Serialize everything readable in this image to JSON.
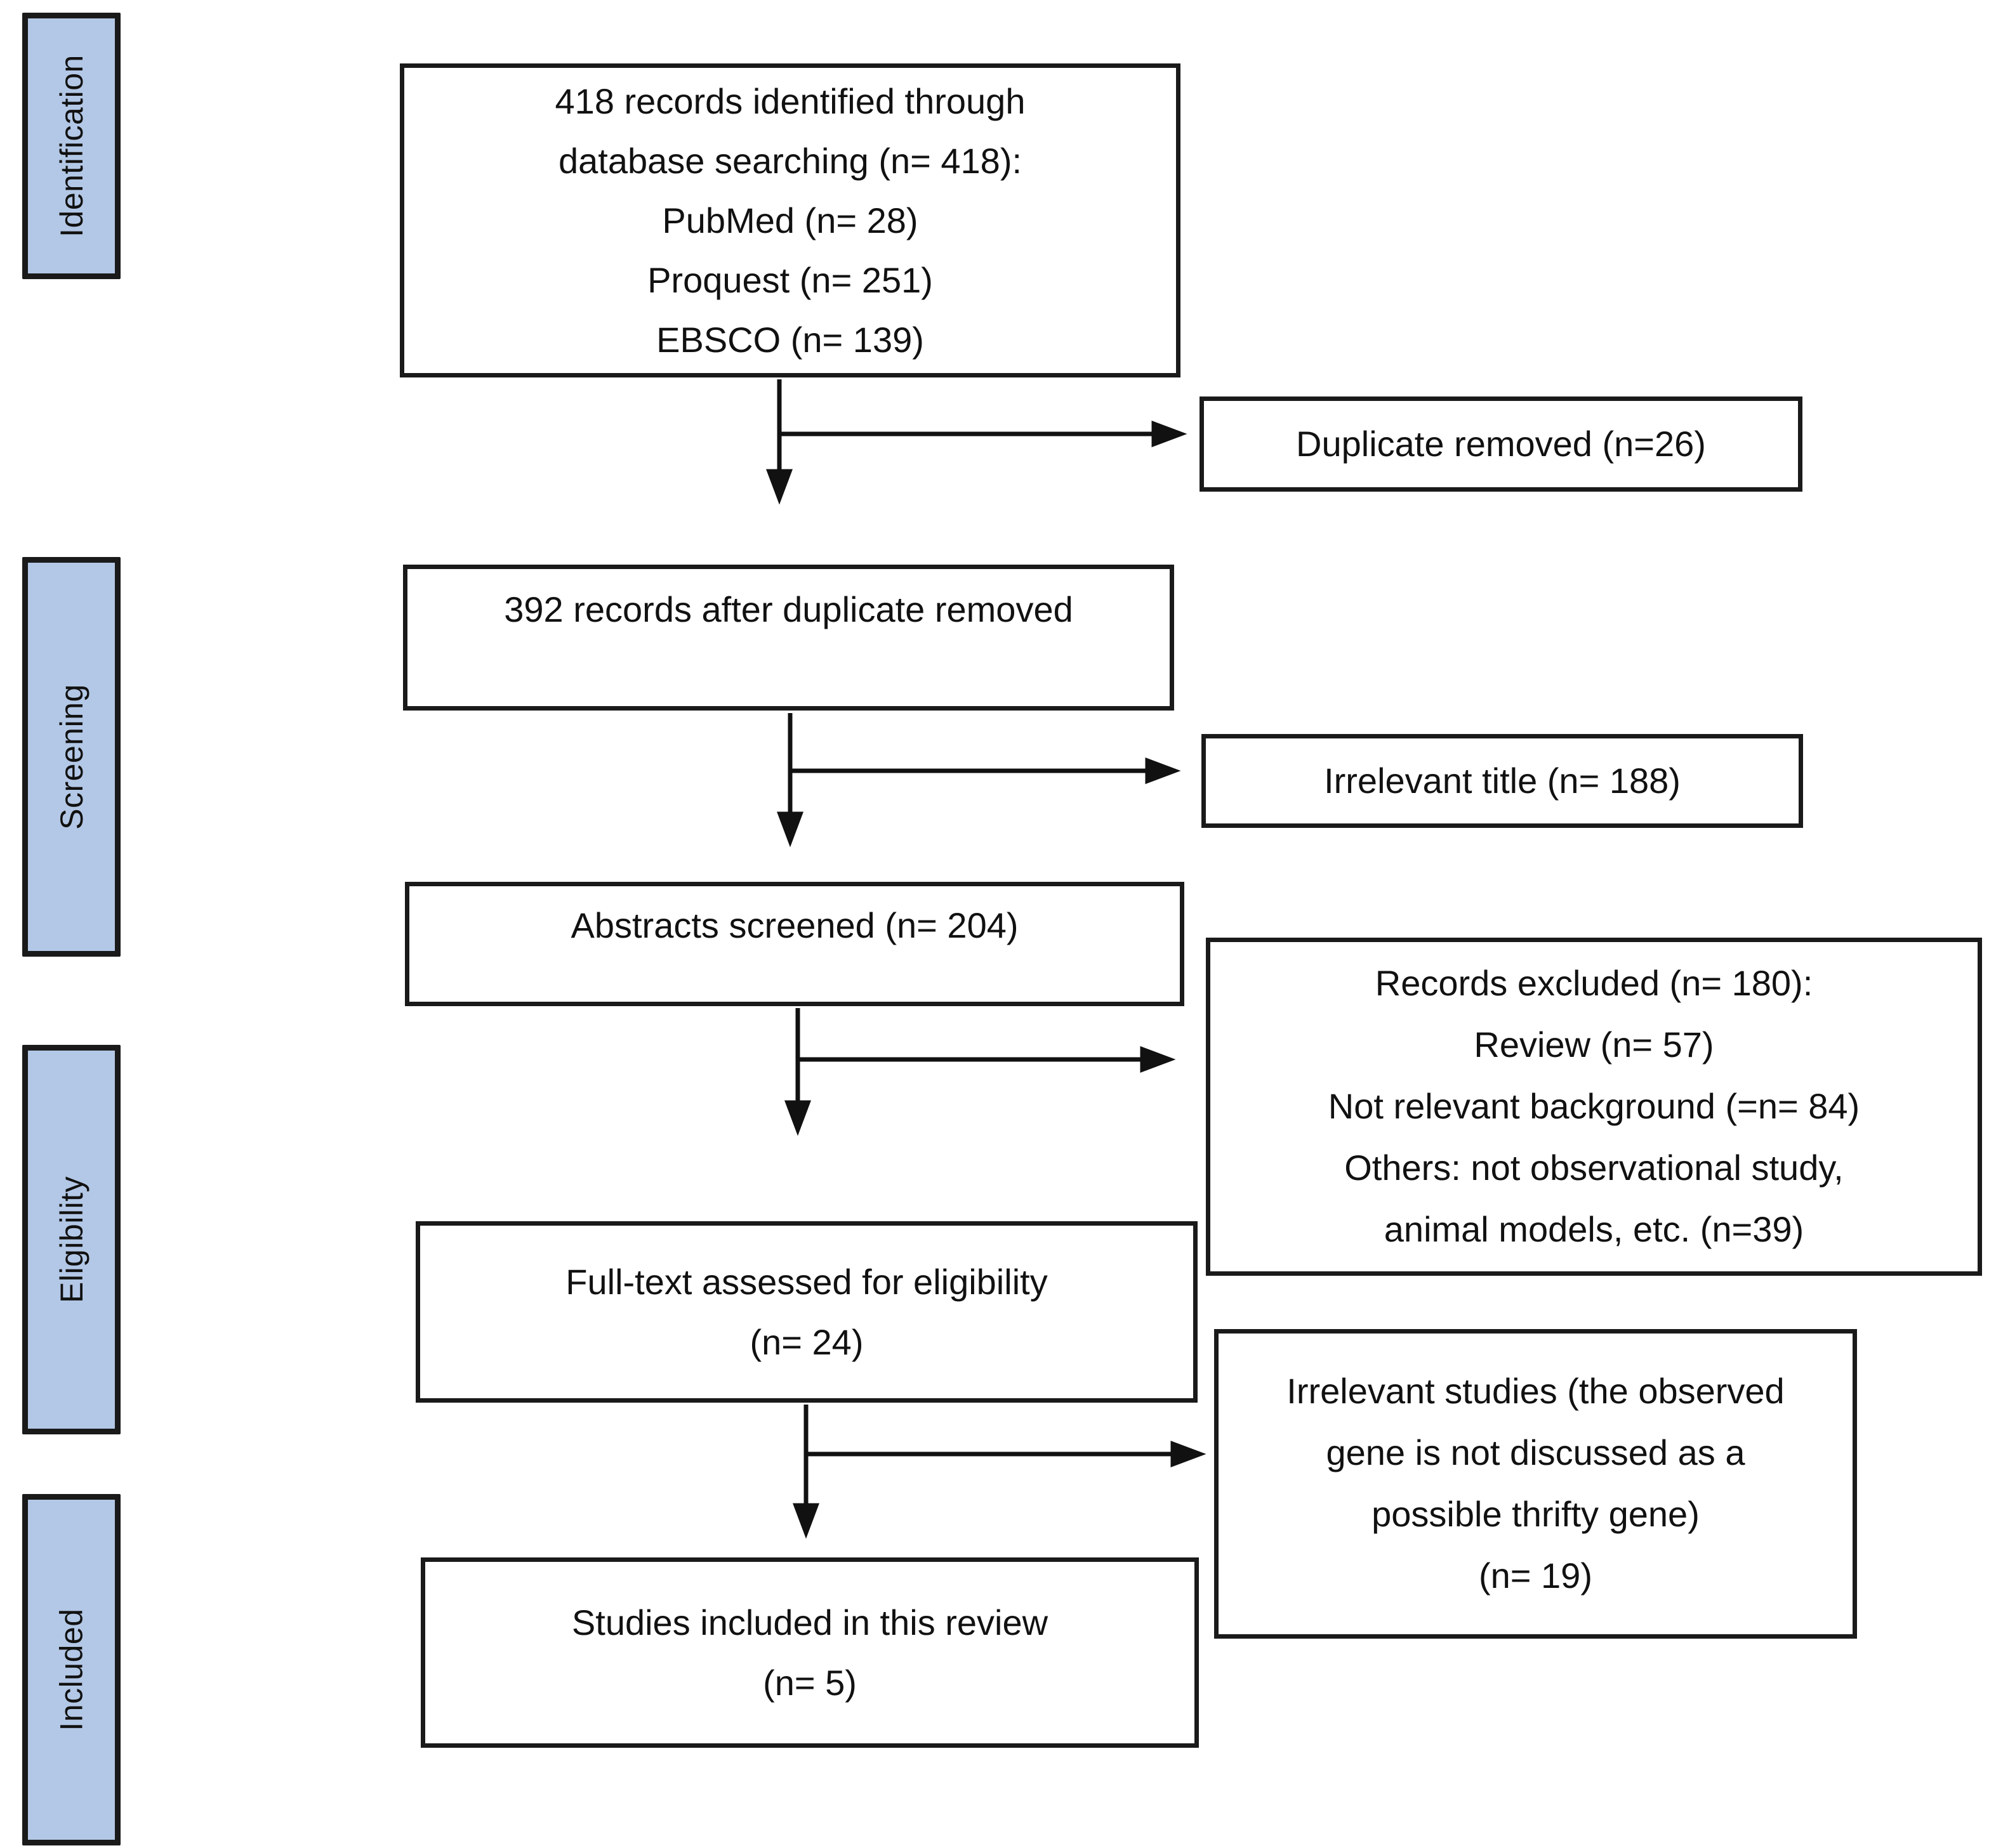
{
  "sidebar": {
    "labels": [
      "Identification",
      "Screening",
      "Eligibility",
      "Included"
    ]
  },
  "flow": {
    "main": [
      "418 records identified through\ndatabase searching (n= 418):\nPubMed (n= 28)\nProquest (n= 251)\nEBSCO (n= 139)",
      "392 records after duplicate removed",
      "Abstracts screened (n= 204)",
      "Full-text assessed for eligibility\n(n= 24)",
      "Studies included in this review\n(n= 5)"
    ],
    "side": [
      "Duplicate removed (n=26)",
      "Irrelevant title (n= 188)",
      "Records excluded (n= 180):\nReview (n= 57)\nNot relevant background (=n= 84)\nOthers: not observational study,\nanimal models, etc. (n=39)",
      "Irrelevant studies (the observed\ngene is not discussed as a\npossible thrifty gene)\n(n= 19)"
    ]
  },
  "colors": {
    "sidebar_fill": "#b3c8e6",
    "box_border": "#1a1a1a",
    "arrow": "#111111",
    "text": "#111111"
  }
}
